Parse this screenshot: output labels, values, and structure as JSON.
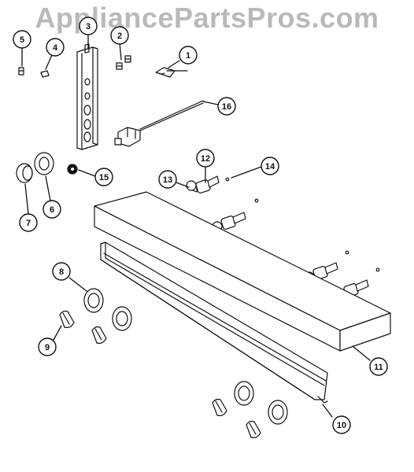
{
  "watermark": {
    "text": "AppliancePartsPros.com"
  },
  "callouts": [
    {
      "id": "c1",
      "label": "1"
    },
    {
      "id": "c2",
      "label": "2"
    },
    {
      "id": "c3",
      "label": "3"
    },
    {
      "id": "c4",
      "label": "4"
    },
    {
      "id": "c5",
      "label": "5"
    },
    {
      "id": "c6",
      "label": "6"
    },
    {
      "id": "c7",
      "label": "7"
    },
    {
      "id": "c8",
      "label": "8"
    },
    {
      "id": "c9",
      "label": "9"
    },
    {
      "id": "c10",
      "label": "10"
    },
    {
      "id": "c11",
      "label": "11"
    },
    {
      "id": "c12",
      "label": "12"
    },
    {
      "id": "c13",
      "label": "13"
    },
    {
      "id": "c14",
      "label": "14"
    },
    {
      "id": "c15",
      "label": "15"
    },
    {
      "id": "c16",
      "label": "16"
    }
  ],
  "colors": {
    "ink": "#111111",
    "watermark": "#b9b9b9",
    "background": "#ffffff"
  }
}
